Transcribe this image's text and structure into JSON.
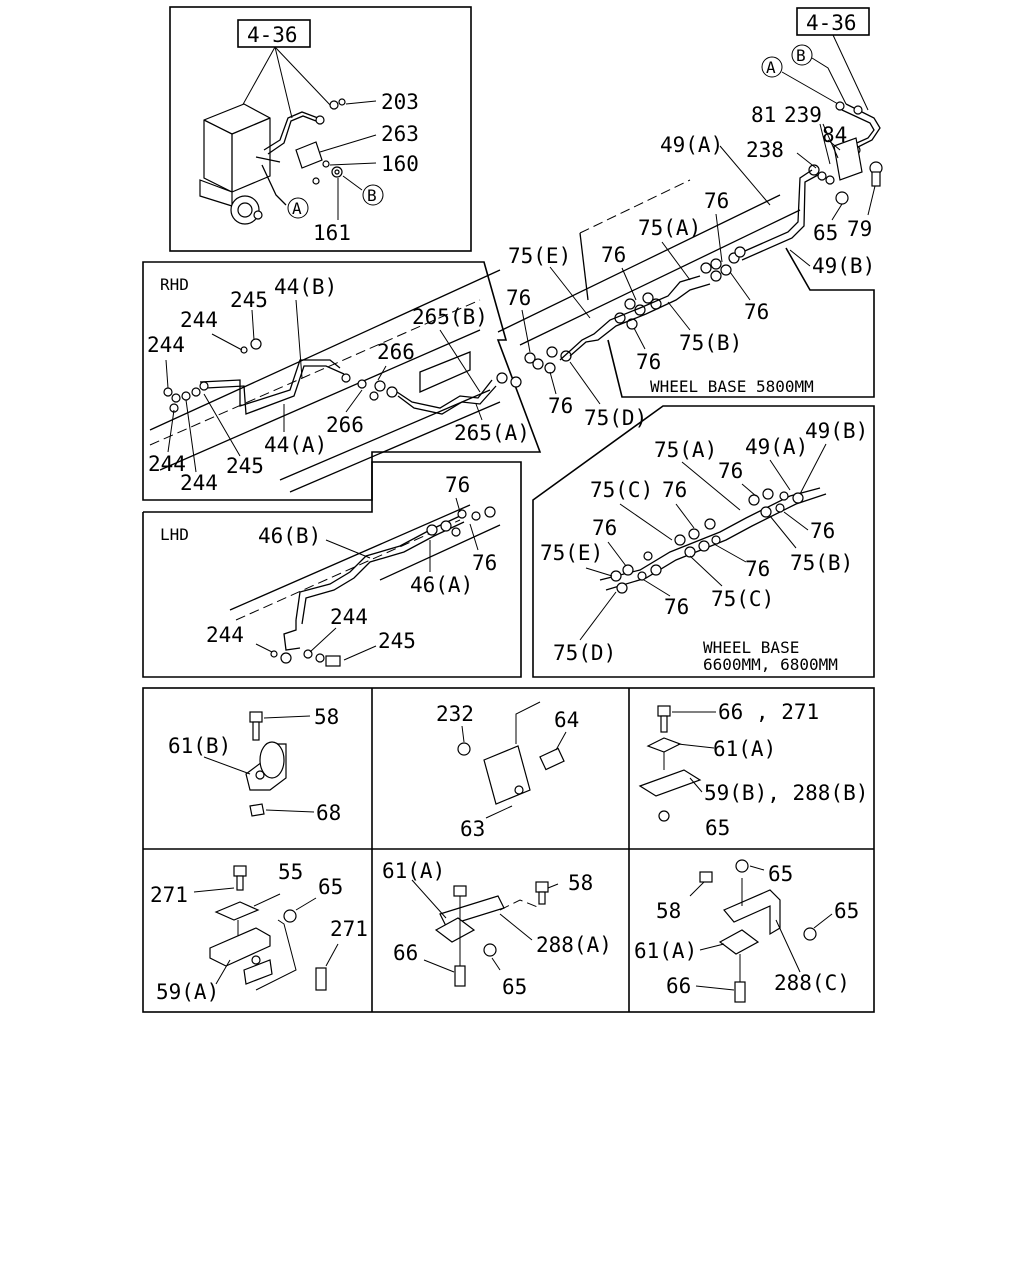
{
  "refs": {
    "top_left": "4-36",
    "top_right": "4-36"
  },
  "circle_tags": {
    "a": "A",
    "b": "B"
  },
  "panel_labels": {
    "rhd": "RHD",
    "lhd": "LHD",
    "wb1": "WHEEL BASE 5800MM",
    "wb2_line1": "WHEEL BASE",
    "wb2_line2": "6600MM, 6800MM"
  },
  "parts": {
    "p203": "203",
    "p263": "263",
    "p160": "160",
    "p161": "161",
    "p81": "81",
    "p239": "239",
    "p84": "84",
    "p238": "238",
    "p49a": "49(A)",
    "p49b": "49(B)",
    "p65": "65",
    "p79": "79",
    "p76": "76",
    "p75a": "75(A)",
    "p75b": "75(B)",
    "p75c": "75(C)",
    "p75d": "75(D)",
    "p75e": "75(E)",
    "p245": "245",
    "p244": "244",
    "p44a": "44(A)",
    "p44b": "44(B)",
    "p265a": "265(A)",
    "p265b": "265(B)",
    "p266": "266",
    "p46a": "46(A)",
    "p46b": "46(B)",
    "p58": "58",
    "p61a": "61(A)",
    "p61b": "61(B)",
    "p68": "68",
    "p232": "232",
    "p64": "64",
    "p63": "63",
    "p66_271": "66 , 271",
    "p59b_288b": "59(B), 288(B)",
    "p271": "271",
    "p55": "55",
    "p59a": "59(A)",
    "p66": "66",
    "p288a": "288(A)",
    "p288c": "288(C)"
  }
}
